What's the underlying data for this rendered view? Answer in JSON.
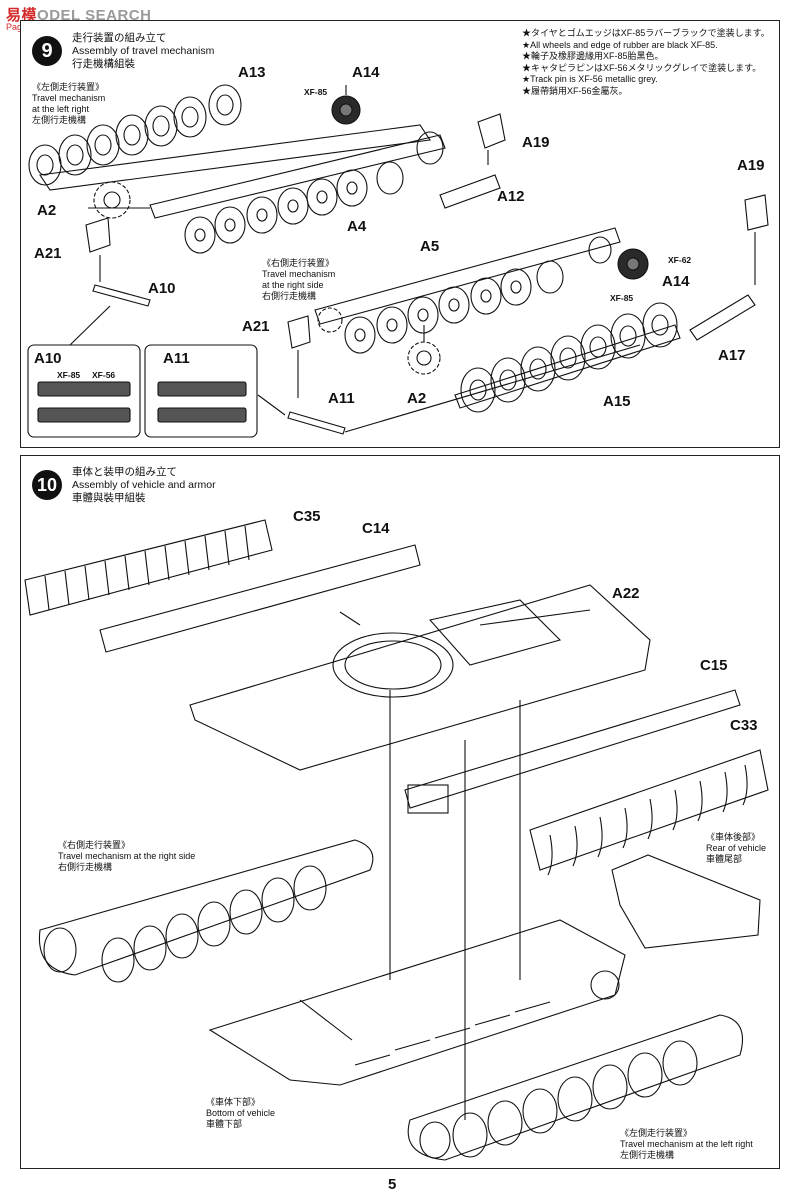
{
  "watermark": {
    "brand": "易",
    "brand2": "模",
    "rest": "SEARCH",
    "mid": "ODEL",
    "sub": "Pagu.com"
  },
  "step9": {
    "number": "9",
    "title_jp": "走行装置の組み立て",
    "title_en": "Assembly of travel mechanism",
    "title_cn": "行走機構組裝",
    "notes": [
      "★タイヤとゴムエッジはXF-85ラバーブラックで塗装します。",
      "★All wheels and edge of rubber are black XF-85.",
      "★輪子及橡膠邊緣用XF-85胎黑色。",
      "★キャタピラピンはXF-56メタリックグレイで塗装します。",
      "★Track pin is XF-56 metallic grey.",
      "★履帶銷用XF-56金屬灰。"
    ],
    "left_caption": [
      "《左側走行装置》",
      "Travel mechanism",
      "at the left right",
      "左側行走機構"
    ],
    "right_caption": [
      "《右側走行装置》",
      "Travel mechanism",
      "at the right side",
      "右側行走機構"
    ],
    "parts": {
      "a13": "A13",
      "a14_top": "A14",
      "a19_top": "A19",
      "a12": "A12",
      "a2_left": "A2",
      "a4": "A4",
      "a21_left": "A21",
      "a10": "A10",
      "a19_right": "A19",
      "a5": "A5",
      "a14_right": "A14",
      "a21_right": "A21",
      "a17": "A17",
      "a2_right": "A2",
      "a15": "A15",
      "a11": "A11",
      "box_a10": "A10",
      "box_a11": "A11"
    },
    "paints": {
      "xf85_top": "XF-85",
      "xf62": "XF-62",
      "xf85_right": "XF-85",
      "box_xf85": "XF-85",
      "box_xf56": "XF-56"
    }
  },
  "step10": {
    "number": "10",
    "title_jp": "車体と装甲の組み立て",
    "title_en": "Assembly of vehicle and armor",
    "title_cn": "車體與裝甲組裝",
    "parts": {
      "c35": "C35",
      "c14": "C14",
      "a22": "A22",
      "c15": "C15",
      "c33": "C33"
    },
    "right_track_caption": [
      "《右側走行装置》",
      "Travel mechanism at the right side",
      "右側行走機構"
    ],
    "rear_caption": [
      "《車体後部》",
      "Rear of vehicle",
      "車體尾部"
    ],
    "bottom_caption": [
      "《車体下部》",
      "Bottom of vehicle",
      "車體下部"
    ],
    "left_track_caption": [
      "《左側走行装置》",
      "Travel mechanism at the left right",
      "左側行走機構"
    ]
  },
  "page_number": "5",
  "colors": {
    "ink": "#111111",
    "step_badge": "#111111",
    "wheel_dark": "#2a2a2a",
    "watermark": "#d42a2a"
  }
}
